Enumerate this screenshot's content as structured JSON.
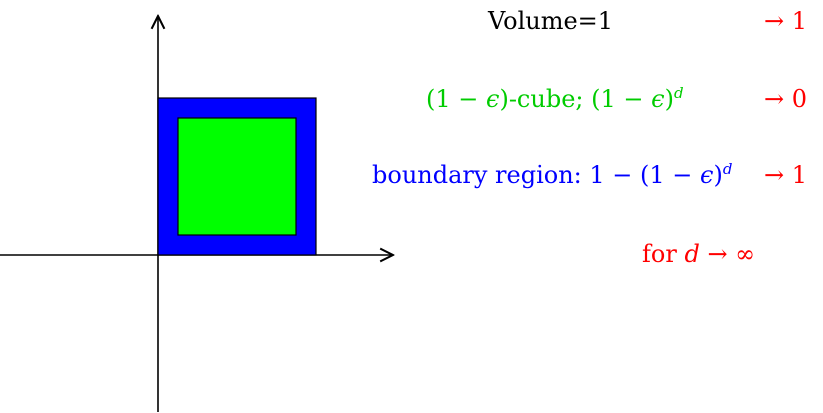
{
  "colors": {
    "black": "#000000",
    "red": "#ff0000",
    "green": "#00ff00",
    "blue": "#0000ff"
  },
  "labels": {
    "volume": "Volume=1",
    "volume_limit": "→ 1",
    "cube_open": "(1 − ",
    "cube_eps": "ϵ",
    "cube_mid": ")-cube; (1 − ",
    "cube_eps2": "ϵ",
    "cube_close": ")",
    "cube_exp": "d",
    "cube_limit": "→ 0",
    "boundary_prefix": "boundary region: 1 − (1 − ",
    "boundary_eps": "ϵ",
    "boundary_close": ")",
    "boundary_exp": "d",
    "boundary_limit": "→ 1",
    "for_text": "for ",
    "for_d": "d",
    "for_arrow": " → ∞"
  }
}
